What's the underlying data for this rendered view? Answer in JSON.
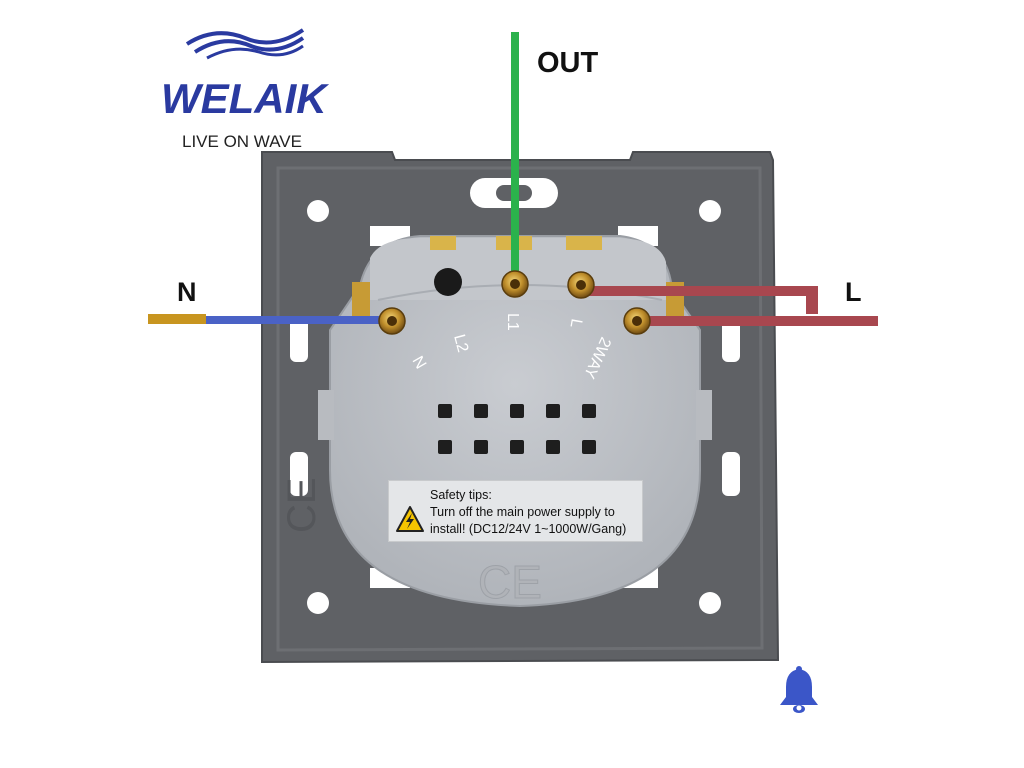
{
  "brand": {
    "name": "WELAIK",
    "slogan": "LIVE ON WAVE",
    "color": "#2a3aa0"
  },
  "wires": {
    "out": {
      "label": "OUT",
      "color": "#2bb24c"
    },
    "n": {
      "label": "N",
      "color": "#4a62c6"
    },
    "l": {
      "label": "L",
      "color": "#a8474f"
    }
  },
  "terminals": [
    "N",
    "L2",
    "L1",
    "L",
    "2WAY"
  ],
  "safety": {
    "title": "Safety tips:",
    "line1": "Turn off the main power supply to",
    "line2": "install! (DC12/24V 1~1000W/Gang)"
  },
  "marks": {
    "ce": "CE"
  },
  "icons": [
    "wave-logo-icon",
    "warning-icon",
    "bell-icon"
  ]
}
